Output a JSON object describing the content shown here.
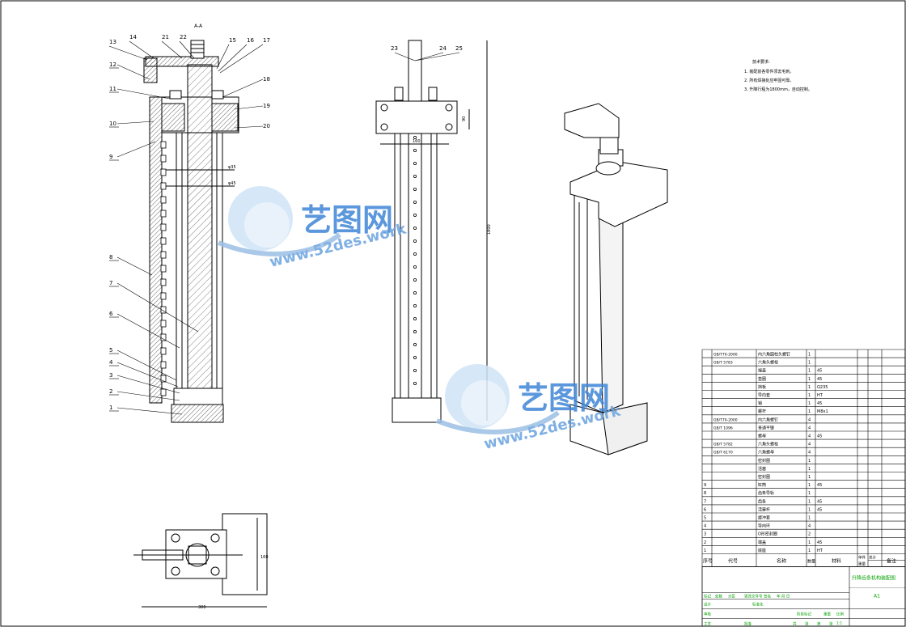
{
  "section_label": "A-A",
  "part_callouts": [
    "13",
    "14",
    "21",
    "22",
    "15",
    "16",
    "17",
    "12",
    "18",
    "11",
    "19",
    "10",
    "20",
    "9",
    "8",
    "7",
    "6",
    "5",
    "4",
    "3",
    "2",
    "1"
  ],
  "front_callouts": [
    "23",
    "24",
    "25"
  ],
  "dims": {
    "top_width": "160",
    "side_height": "90",
    "total_height": "1800",
    "base_width": "300",
    "base_height": "160",
    "diameter_1": "φ35",
    "diameter_2": "φ45"
  },
  "tech_requirements": {
    "title": "技术要求:",
    "items": [
      "1. 装配前各零件须去毛刺。",
      "2. 所有焊接处应牢固可靠。",
      "3. 升降行程为1800mm，自动控制。"
    ]
  },
  "watermark": {
    "brand": "艺图网",
    "url": "www.52des.work"
  },
  "bom": {
    "rows": [
      {
        "no": "",
        "code": "GB/T70-2000",
        "name": "内六角圆柱头螺钉",
        "qty": "1",
        "mat": ""
      },
      {
        "no": "",
        "code": "GB/T 5783",
        "name": "六角头螺栓",
        "qty": "1",
        "mat": ""
      },
      {
        "no": "",
        "code": "",
        "name": "端盖",
        "qty": "1",
        "mat": "45"
      },
      {
        "no": "",
        "code": "",
        "name": "垫圈",
        "qty": "1",
        "mat": "45"
      },
      {
        "no": "",
        "code": "",
        "name": "挡板",
        "qty": "1",
        "mat": "Q235"
      },
      {
        "no": "",
        "code": "",
        "name": "导向套",
        "qty": "1",
        "mat": "HT"
      },
      {
        "no": "",
        "code": "",
        "name": "销",
        "qty": "1",
        "mat": "45"
      },
      {
        "no": "",
        "code": "",
        "name": "螺杆",
        "qty": "1",
        "mat": "M8x1"
      },
      {
        "no": "",
        "code": "GB/T70-2000",
        "name": "内六角螺钉",
        "qty": "4",
        "mat": ""
      },
      {
        "no": "",
        "code": "GB/T 1096",
        "name": "普通平键",
        "qty": "4",
        "mat": ""
      },
      {
        "no": "",
        "code": "",
        "name": "螺母",
        "qty": "4",
        "mat": "45"
      },
      {
        "no": "",
        "code": "GB/T 5782",
        "name": "六角头螺栓",
        "qty": "4",
        "mat": ""
      },
      {
        "no": "",
        "code": "GB/T 6170",
        "name": "六角螺母",
        "qty": "4",
        "mat": ""
      },
      {
        "no": "",
        "code": "",
        "name": "密封圈",
        "qty": "1",
        "mat": ""
      },
      {
        "no": "",
        "code": "",
        "name": "活塞",
        "qty": "1",
        "mat": ""
      },
      {
        "no": "",
        "code": "",
        "name": "密封圈",
        "qty": "1",
        "mat": ""
      },
      {
        "no": "9",
        "code": "",
        "name": "缸筒",
        "qty": "1",
        "mat": "45"
      },
      {
        "no": "8",
        "code": "",
        "name": "齿条导轨",
        "qty": "1",
        "mat": ""
      },
      {
        "no": "7",
        "code": "",
        "name": "齿条",
        "qty": "1",
        "mat": "45"
      },
      {
        "no": "6",
        "code": "",
        "name": "活塞杆",
        "qty": "1",
        "mat": "45"
      },
      {
        "no": "5",
        "code": "",
        "name": "缓冲套",
        "qty": "1",
        "mat": ""
      },
      {
        "no": "4",
        "code": "",
        "name": "导向环",
        "qty": "4",
        "mat": ""
      },
      {
        "no": "3",
        "code": "",
        "name": "O形密封圈",
        "qty": "2",
        "mat": ""
      },
      {
        "no": "2",
        "code": "",
        "name": "端盖",
        "qty": "1",
        "mat": "45"
      },
      {
        "no": "1",
        "code": "",
        "name": "底座",
        "qty": "1",
        "mat": "HT"
      }
    ],
    "header": {
      "no": "序号",
      "code": "代号",
      "name": "名称",
      "qty": "数量",
      "mat": "材料",
      "unit": "单件",
      "total": "总计",
      "weight": "重量",
      "remark": "备注"
    },
    "title_block": {
      "title": "升降齿条机构装配图",
      "scale": "1:1",
      "sheet": "A1",
      "labels": [
        "标记",
        "处数",
        "分区",
        "更改文件号",
        "签名",
        "年 月 日"
      ],
      "row2": [
        "设计",
        "",
        "",
        "标准化"
      ],
      "row3": [
        "审核",
        "",
        "",
        "",
        "",
        "阶段标记",
        "重量",
        "比例"
      ],
      "row4": [
        "工艺",
        "",
        "批准",
        "",
        "共",
        "张",
        "第",
        "张"
      ]
    }
  }
}
